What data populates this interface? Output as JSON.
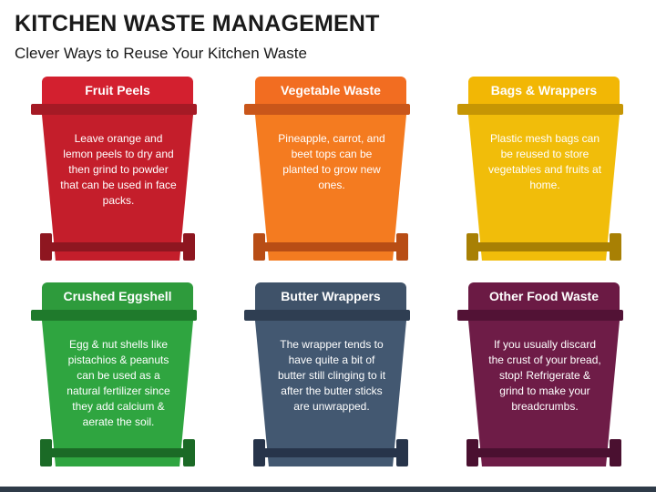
{
  "title": "KITCHEN WASTE MANAGEMENT",
  "subtitle": "Clever Ways to Reuse Your Kitchen Waste",
  "bins": [
    {
      "label": "Fruit Peels",
      "text": "Leave orange and lemon peels to dry and then grind to powder that can be used in face packs.",
      "colors": {
        "lid": "#d3202f",
        "rim": "#a51a25",
        "body": "#c41e2b",
        "wheel": "#8e1620"
      }
    },
    {
      "label": "Vegetable Waste",
      "text": "Pineapple, carrot, and beet tops can be planted to grow new ones.",
      "colors": {
        "lid": "#f26d21",
        "rim": "#c9561a",
        "body": "#f47b20",
        "wheel": "#b84d15"
      }
    },
    {
      "label": "Bags & Wrappers",
      "text": "Plastic mesh bags can be reused to store vegetables and fruits at home.",
      "colors": {
        "lid": "#f2b705",
        "rim": "#c69604",
        "body": "#f1bd0a",
        "wheel": "#a88004"
      }
    },
    {
      "label": "Crushed Eggshell",
      "text": "Egg & nut shells like pistachios & peanuts can be used as a natural fertilizer since they add calcium & aerate the soil.",
      "colors": {
        "lid": "#2e9b3c",
        "rim": "#1f7a2c",
        "body": "#2fa540",
        "wheel": "#1b6a26"
      }
    },
    {
      "label": "Butter Wrappers",
      "text": "The wrapper tends to have quite a bit of butter still clinging to it after the butter sticks are unwrapped.",
      "colors": {
        "lid": "#3f5269",
        "rim": "#2f3e52",
        "body": "#435871",
        "wheel": "#27344a"
      }
    },
    {
      "label": "Other Food Waste",
      "text": "If you usually discard the crust of your bread, stop! Refrigerate & grind to make your breadcrumbs.",
      "colors": {
        "lid": "#6b1a44",
        "rim": "#521235",
        "body": "#6e1c47",
        "wheel": "#4a1030"
      }
    }
  ]
}
